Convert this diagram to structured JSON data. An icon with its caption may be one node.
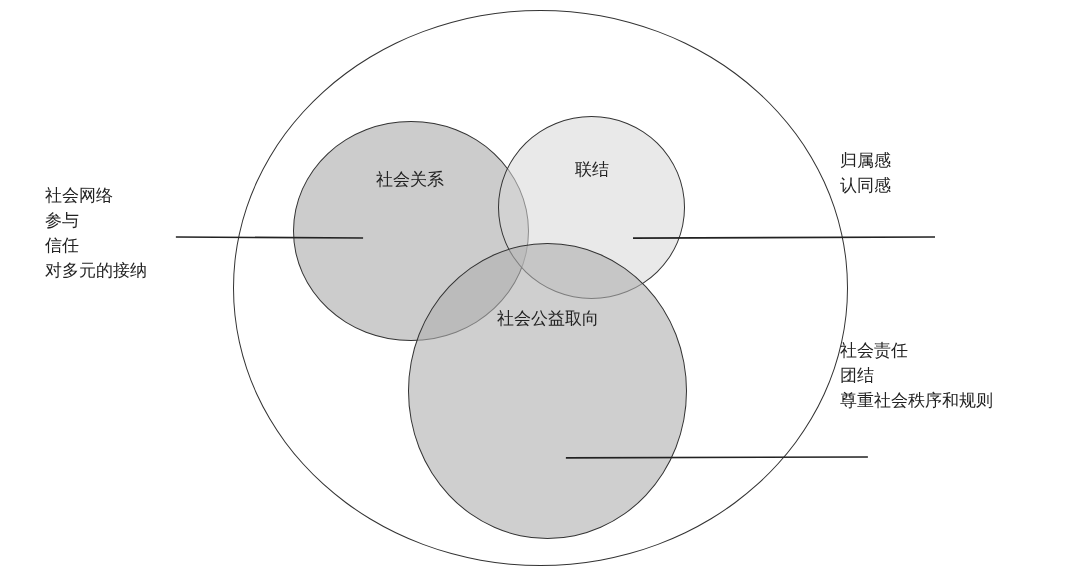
{
  "diagram": {
    "nodes": [
      {
        "text": [],
        "shape": "circle"
      },
      {
        "text": [
          "社会关系"
        ],
        "in": 0
      },
      {
        "text": [
          "联结"
        ],
        "in": 0
      },
      {
        "text": [
          "社会公益取向"
        ],
        "in": 0
      },
      {
        "text": [
          "社会网络",
          "参与",
          "信任",
          "对多元的接纳"
        ]
      },
      {
        "text": [
          "归属感",
          "认同感"
        ]
      },
      {
        "text": [
          "社会责任",
          "团结",
          "尊重社会秩序和规则"
        ]
      }
    ],
    "edges": [
      {
        "from": 4,
        "to": 1,
        "arrow": "none"
      },
      {
        "from": 5,
        "to": 2,
        "arrow": "none"
      },
      {
        "from": 6,
        "to": 3,
        "arrow": "none"
      }
    ]
  }
}
